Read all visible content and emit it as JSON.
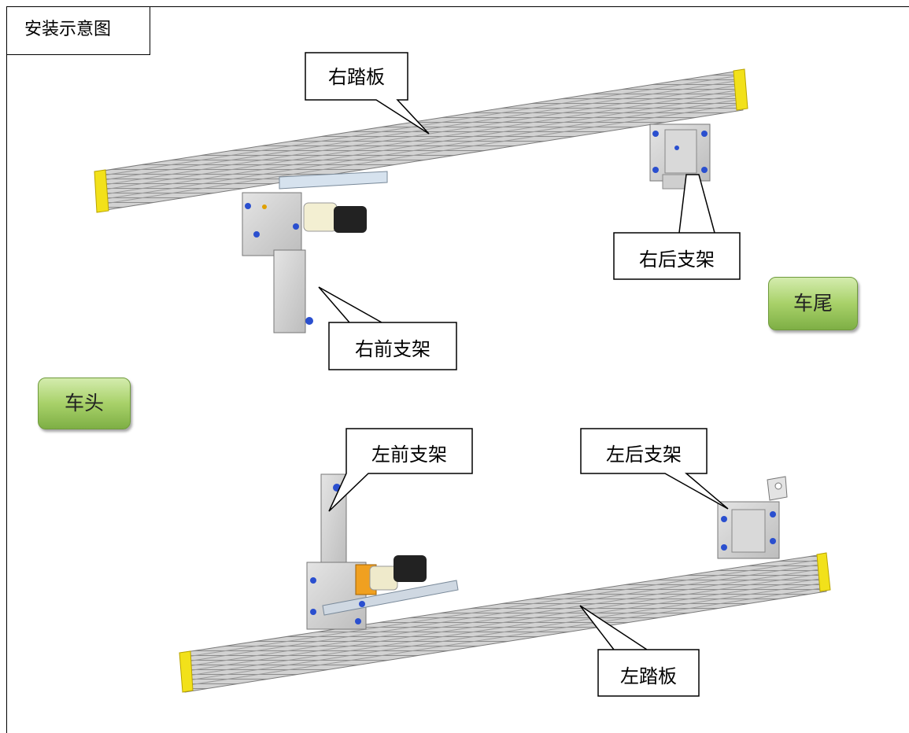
{
  "title": "安装示意图",
  "labels": {
    "right_board": "右踏板",
    "right_rear_bracket": "右后支架",
    "right_front_bracket": "右前支架",
    "left_front_bracket": "左前支架",
    "left_rear_bracket": "左后支架",
    "left_board": "左踏板"
  },
  "buttons": {
    "rear": "车尾",
    "front": "车头"
  },
  "colors": {
    "board_gray": "#c9c9c9",
    "end_cap_yellow": "#f2e11a",
    "motor_black": "#222222",
    "button_green": "#a8d169"
  }
}
